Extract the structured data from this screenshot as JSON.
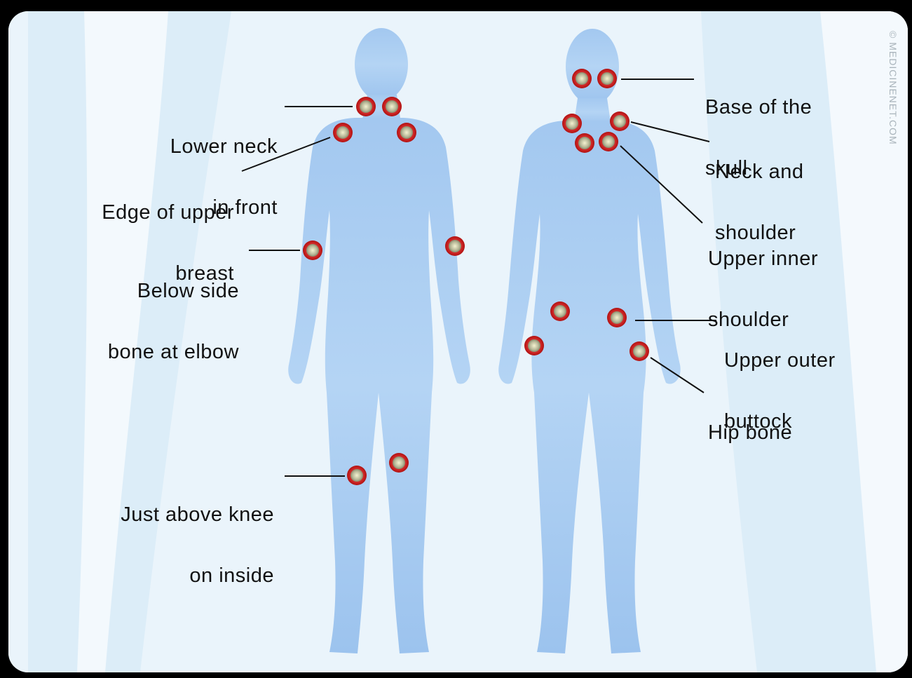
{
  "credit": "© MEDICINENET.COM",
  "colors": {
    "frame": "#000000",
    "background": "#eef6fc",
    "body": "#a9cdf2",
    "marker_ring": "#cc1a1a",
    "marker_core": "#a7a88c"
  },
  "icons": [
    "tender-point-marker-icon",
    "female-figure-front-icon",
    "female-figure-back-icon"
  ],
  "labels": {
    "lower_neck": [
      "Lower neck",
      "in front"
    ],
    "upper_breast": [
      "Edge of upper",
      "breast"
    ],
    "elbow": [
      "Below side",
      "bone at elbow"
    ],
    "knee": [
      "Just above knee",
      "on inside"
    ],
    "skull": [
      "Base of the",
      "skull"
    ],
    "neck_shoulder": [
      "Neck and",
      "shoulder"
    ],
    "inner_shoulder": [
      "Upper inner",
      "shoulder"
    ],
    "buttock": [
      "Upper outer",
      "buttock"
    ],
    "hip": [
      "Hip bone"
    ]
  }
}
